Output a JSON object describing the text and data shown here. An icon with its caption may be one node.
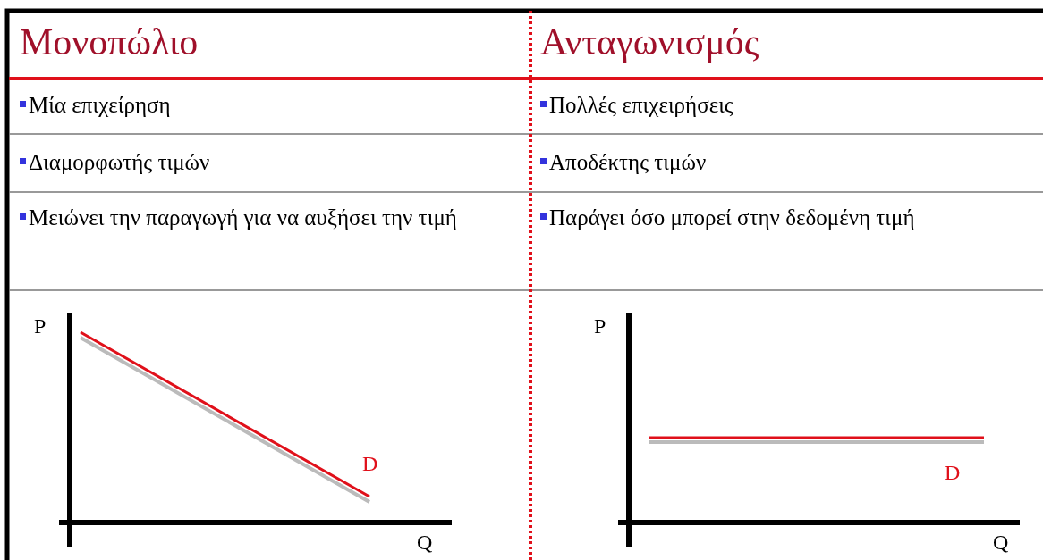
{
  "diagram": {
    "labels": [
      "Μονοπώλιο",
      "Ανταγωνισμός",
      "Μία επιχείρηση",
      "Πολλές επιχειρήσεις",
      "Διαμορφωτής τιμών",
      "Αποδέκτης τιμών",
      "Μειώνει την παραγωγή για να αυξήσει την τιμή",
      "Παράγει όσο μπορεί στην δεδομένη τιμή",
      "P",
      "D",
      "Q",
      "P",
      "D",
      "Q"
    ]
  }
}
